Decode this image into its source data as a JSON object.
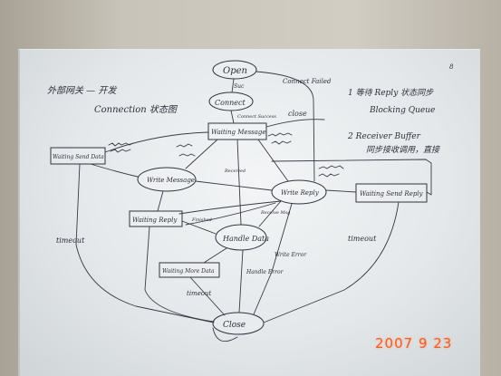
{
  "photo": {
    "date_stamp": "2007  9 23"
  },
  "whiteboard": {
    "page_number": "8",
    "title_line1": "外部网关 — 开发",
    "title_line2": "Connection 状态图",
    "notes": {
      "n1": "1   等待 Reply 状态同步",
      "n1b": "Blocking Queue",
      "n2": "2   Receiver Buffer",
      "n2b": "同步接收调用，直接"
    },
    "states": {
      "open": "Open",
      "connect": "Connect",
      "waiting_message": "Waiting Message",
      "waiting_send_data": "Waiting Send Data",
      "write_message": "Write Message",
      "write_reply": "Write Reply",
      "waiting_send_reply": "Waiting Send Reply",
      "waiting_reply": "Waiting Reply",
      "handle_data": "Handle Data",
      "waiting_more_data": "Waiting More Data",
      "close": "Close"
    },
    "edges": {
      "connect_failed": "Connect Failed",
      "connected": "Suc",
      "connect_success": "Connect Success",
      "close": "close",
      "timeout_left": "timeout",
      "timeout_right": "timeout",
      "write_error": "Write Error",
      "received": "Received",
      "finished": "Finished",
      "timeout_bottom": "timeout",
      "handle_error": "Handle Error",
      "receive_msg": "Receive Msg"
    }
  }
}
